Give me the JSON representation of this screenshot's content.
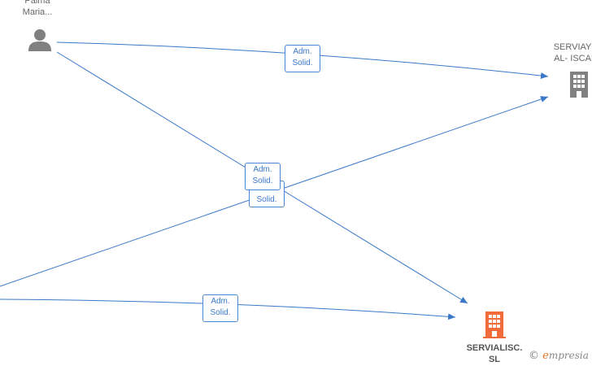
{
  "nodes": {
    "person": {
      "line1": "Palma",
      "line2": "Maria...",
      "icon": "person-icon"
    },
    "company_top_right": {
      "line1": "SERVIAYU",
      "line2": "AL- ISCAR",
      "icon": "building-icon",
      "color": "#808080"
    },
    "company_bottom": {
      "line1": "SERVIALISC.",
      "line2": "SL",
      "icon": "building-icon",
      "color": "#f26b3a"
    }
  },
  "edges": {
    "e1": {
      "line1": "Adm.",
      "line2": "Solid."
    },
    "e2": {
      "line1": "Adm.",
      "line2": "Solid."
    },
    "e3": {
      "line1": "Solid."
    },
    "e4": {
      "line1": "Adm.",
      "line2": "Solid."
    }
  },
  "watermark": {
    "copyright": "©",
    "brand_e": "e",
    "brand_rest": "mpresia"
  },
  "colors": {
    "edge": "#3a78c8",
    "person": "#808080"
  }
}
